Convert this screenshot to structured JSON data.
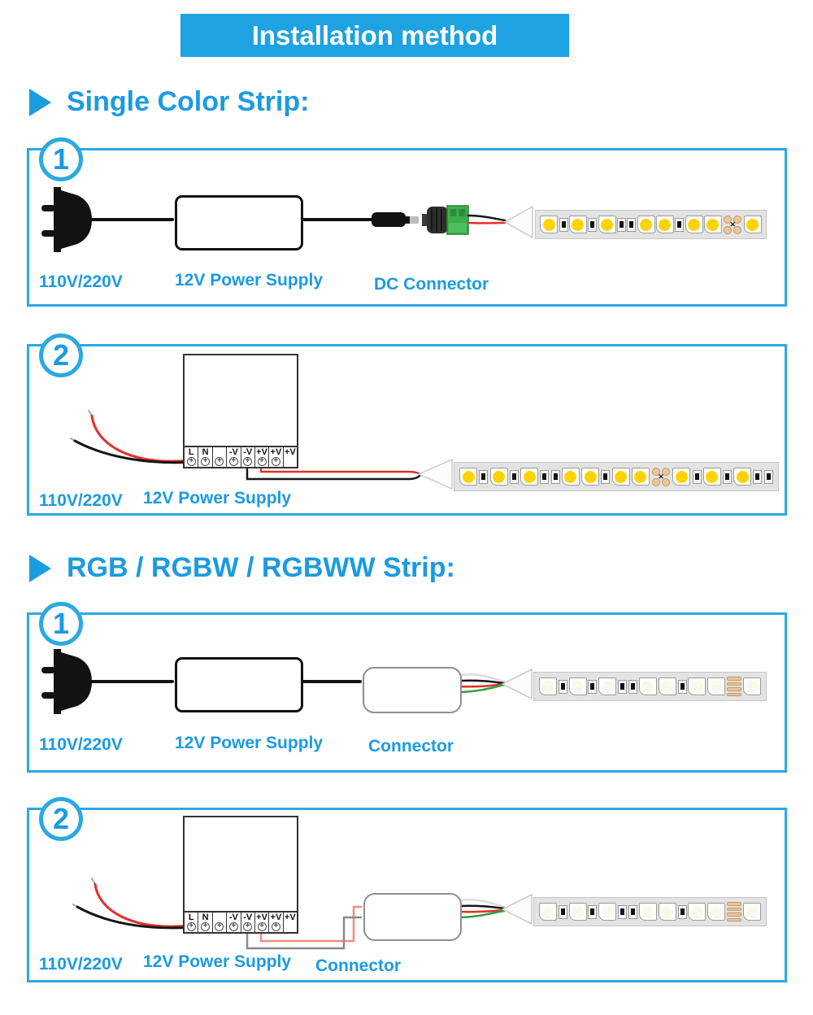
{
  "header": {
    "title": "Installation method"
  },
  "sections": {
    "single": {
      "heading": "Single Color Strip:"
    },
    "rgb": {
      "heading": "RGB / RGBW / RGBWW Strip:"
    }
  },
  "boxes": {
    "single1": {
      "badge": "1",
      "plug_label": "110V/220V",
      "psu_label": "12V Power Supply",
      "connector_label": "DC Connector"
    },
    "single2": {
      "badge": "2",
      "plug_label": "110V/220V",
      "psu_label": "12V Power Supply"
    },
    "rgb1": {
      "badge": "1",
      "plug_label": "110V/220V",
      "psu_label": "12V Power Supply",
      "connector_label": "Connector"
    },
    "rgb2": {
      "badge": "2",
      "plug_label": "110V/220V",
      "psu_label": "12V Power Supply",
      "connector_label": "Connector"
    }
  },
  "power_supply": {
    "terminals": [
      "L",
      "N",
      "",
      "-V",
      "-V",
      "+V",
      "+V",
      "+V"
    ],
    "screw_symbol": "+",
    "screw_count": 7
  },
  "strips": {
    "pattern_short": [
      "led",
      "res",
      "led",
      "res",
      "led",
      "res",
      "res",
      "led",
      "led",
      "res",
      "led",
      "led",
      "pads",
      "led"
    ],
    "pattern_long": [
      "led",
      "res",
      "led",
      "res",
      "led",
      "res",
      "res",
      "led",
      "led",
      "res",
      "led",
      "led",
      "pads",
      "led",
      "res",
      "led",
      "res",
      "led",
      "res",
      "res"
    ],
    "configs": {
      "single1": {
        "pattern": "pattern_short",
        "led_color": "#FFD303",
        "pads": "circles"
      },
      "single2": {
        "pattern": "pattern_long",
        "led_color": "#FFD303",
        "pads": "circles"
      },
      "rgb1": {
        "pattern": "pattern_short",
        "led_color": "#FAF8EA",
        "pads": "bars"
      },
      "rgb2": {
        "pattern": "pattern_short",
        "led_color": "#FAF8EA",
        "pads": "bars"
      }
    }
  },
  "colors": {
    "accent": "#1B9BE0",
    "box_border": "#2BA9E2",
    "header_bg": "#1EA2E2",
    "wire_red": "#E62E28",
    "wire_black": "#161616",
    "wire_green": "#2FA043",
    "wire_gray": "#8A8A8A",
    "wire_white": "#DCDCDC",
    "wire_salmon": "#F28B82",
    "strip_body": "#E3E3E3",
    "led_warm": "#FFD303",
    "led_white": "#FAF8EA",
    "pad_tan": "#E9C79B",
    "green_terminal": "#3CAD4C"
  }
}
